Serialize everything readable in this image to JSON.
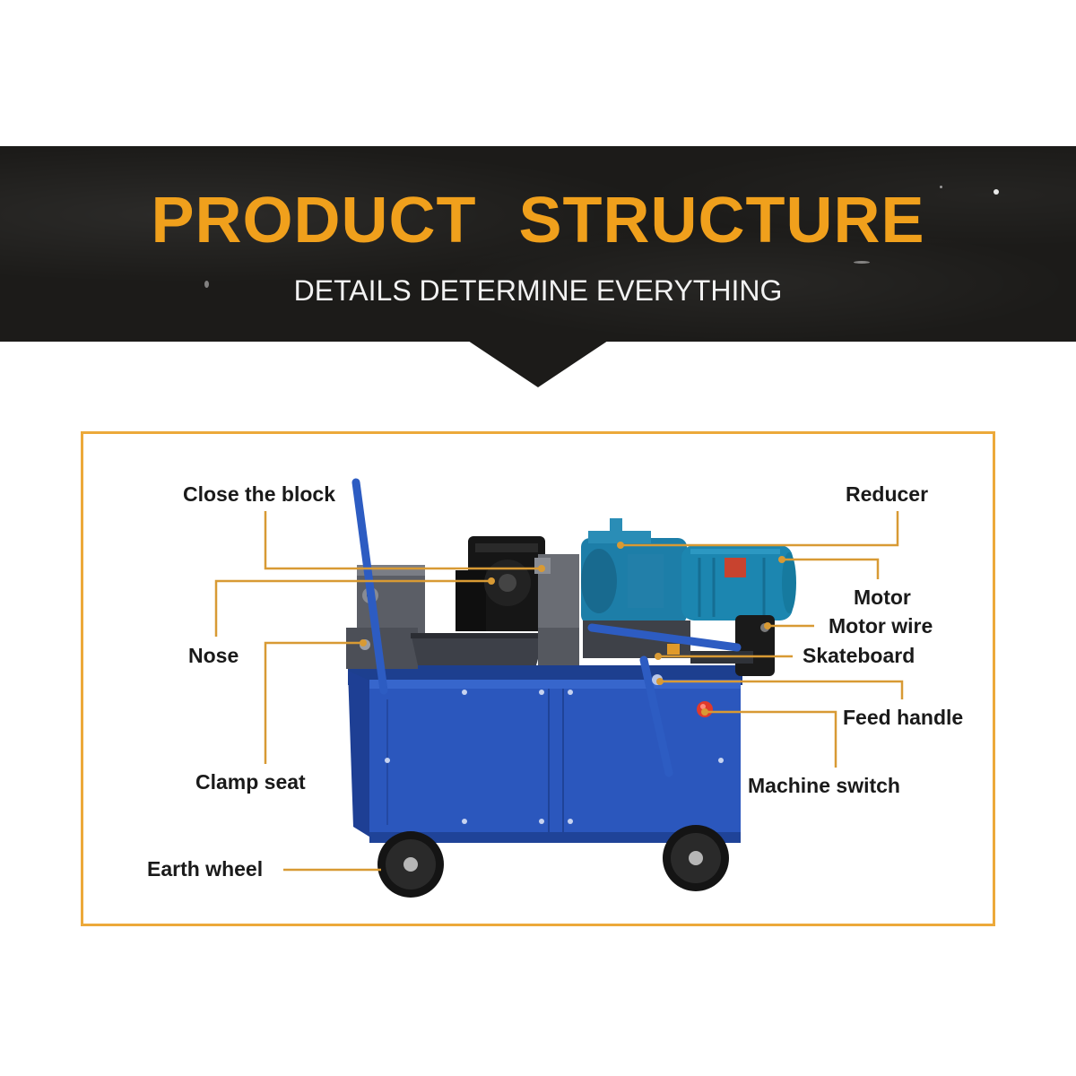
{
  "header": {
    "title": "PRODUCT STRUCTURE",
    "subtitle": "DETAILS DETERMINE EVERYTHING"
  },
  "colors": {
    "accent": "#f0a01c",
    "banner": "#1c1b19",
    "frame": "#eca93a",
    "leader_line": "#d89a34",
    "machine_body": "#2a55b8",
    "motor": "#1c7fa6"
  },
  "labels": {
    "close_the_block": "Close the block",
    "reducer": "Reducer",
    "motor": "Motor",
    "motor_wire": "Motor wire",
    "nose": "Nose",
    "skateboard": "Skateboard",
    "feed_handle": "Feed handle",
    "clamp_seat": "Clamp seat",
    "machine_switch": "Machine switch",
    "earth_wheel": "Earth wheel"
  },
  "icons": [
    "threading-machine-illustration"
  ]
}
